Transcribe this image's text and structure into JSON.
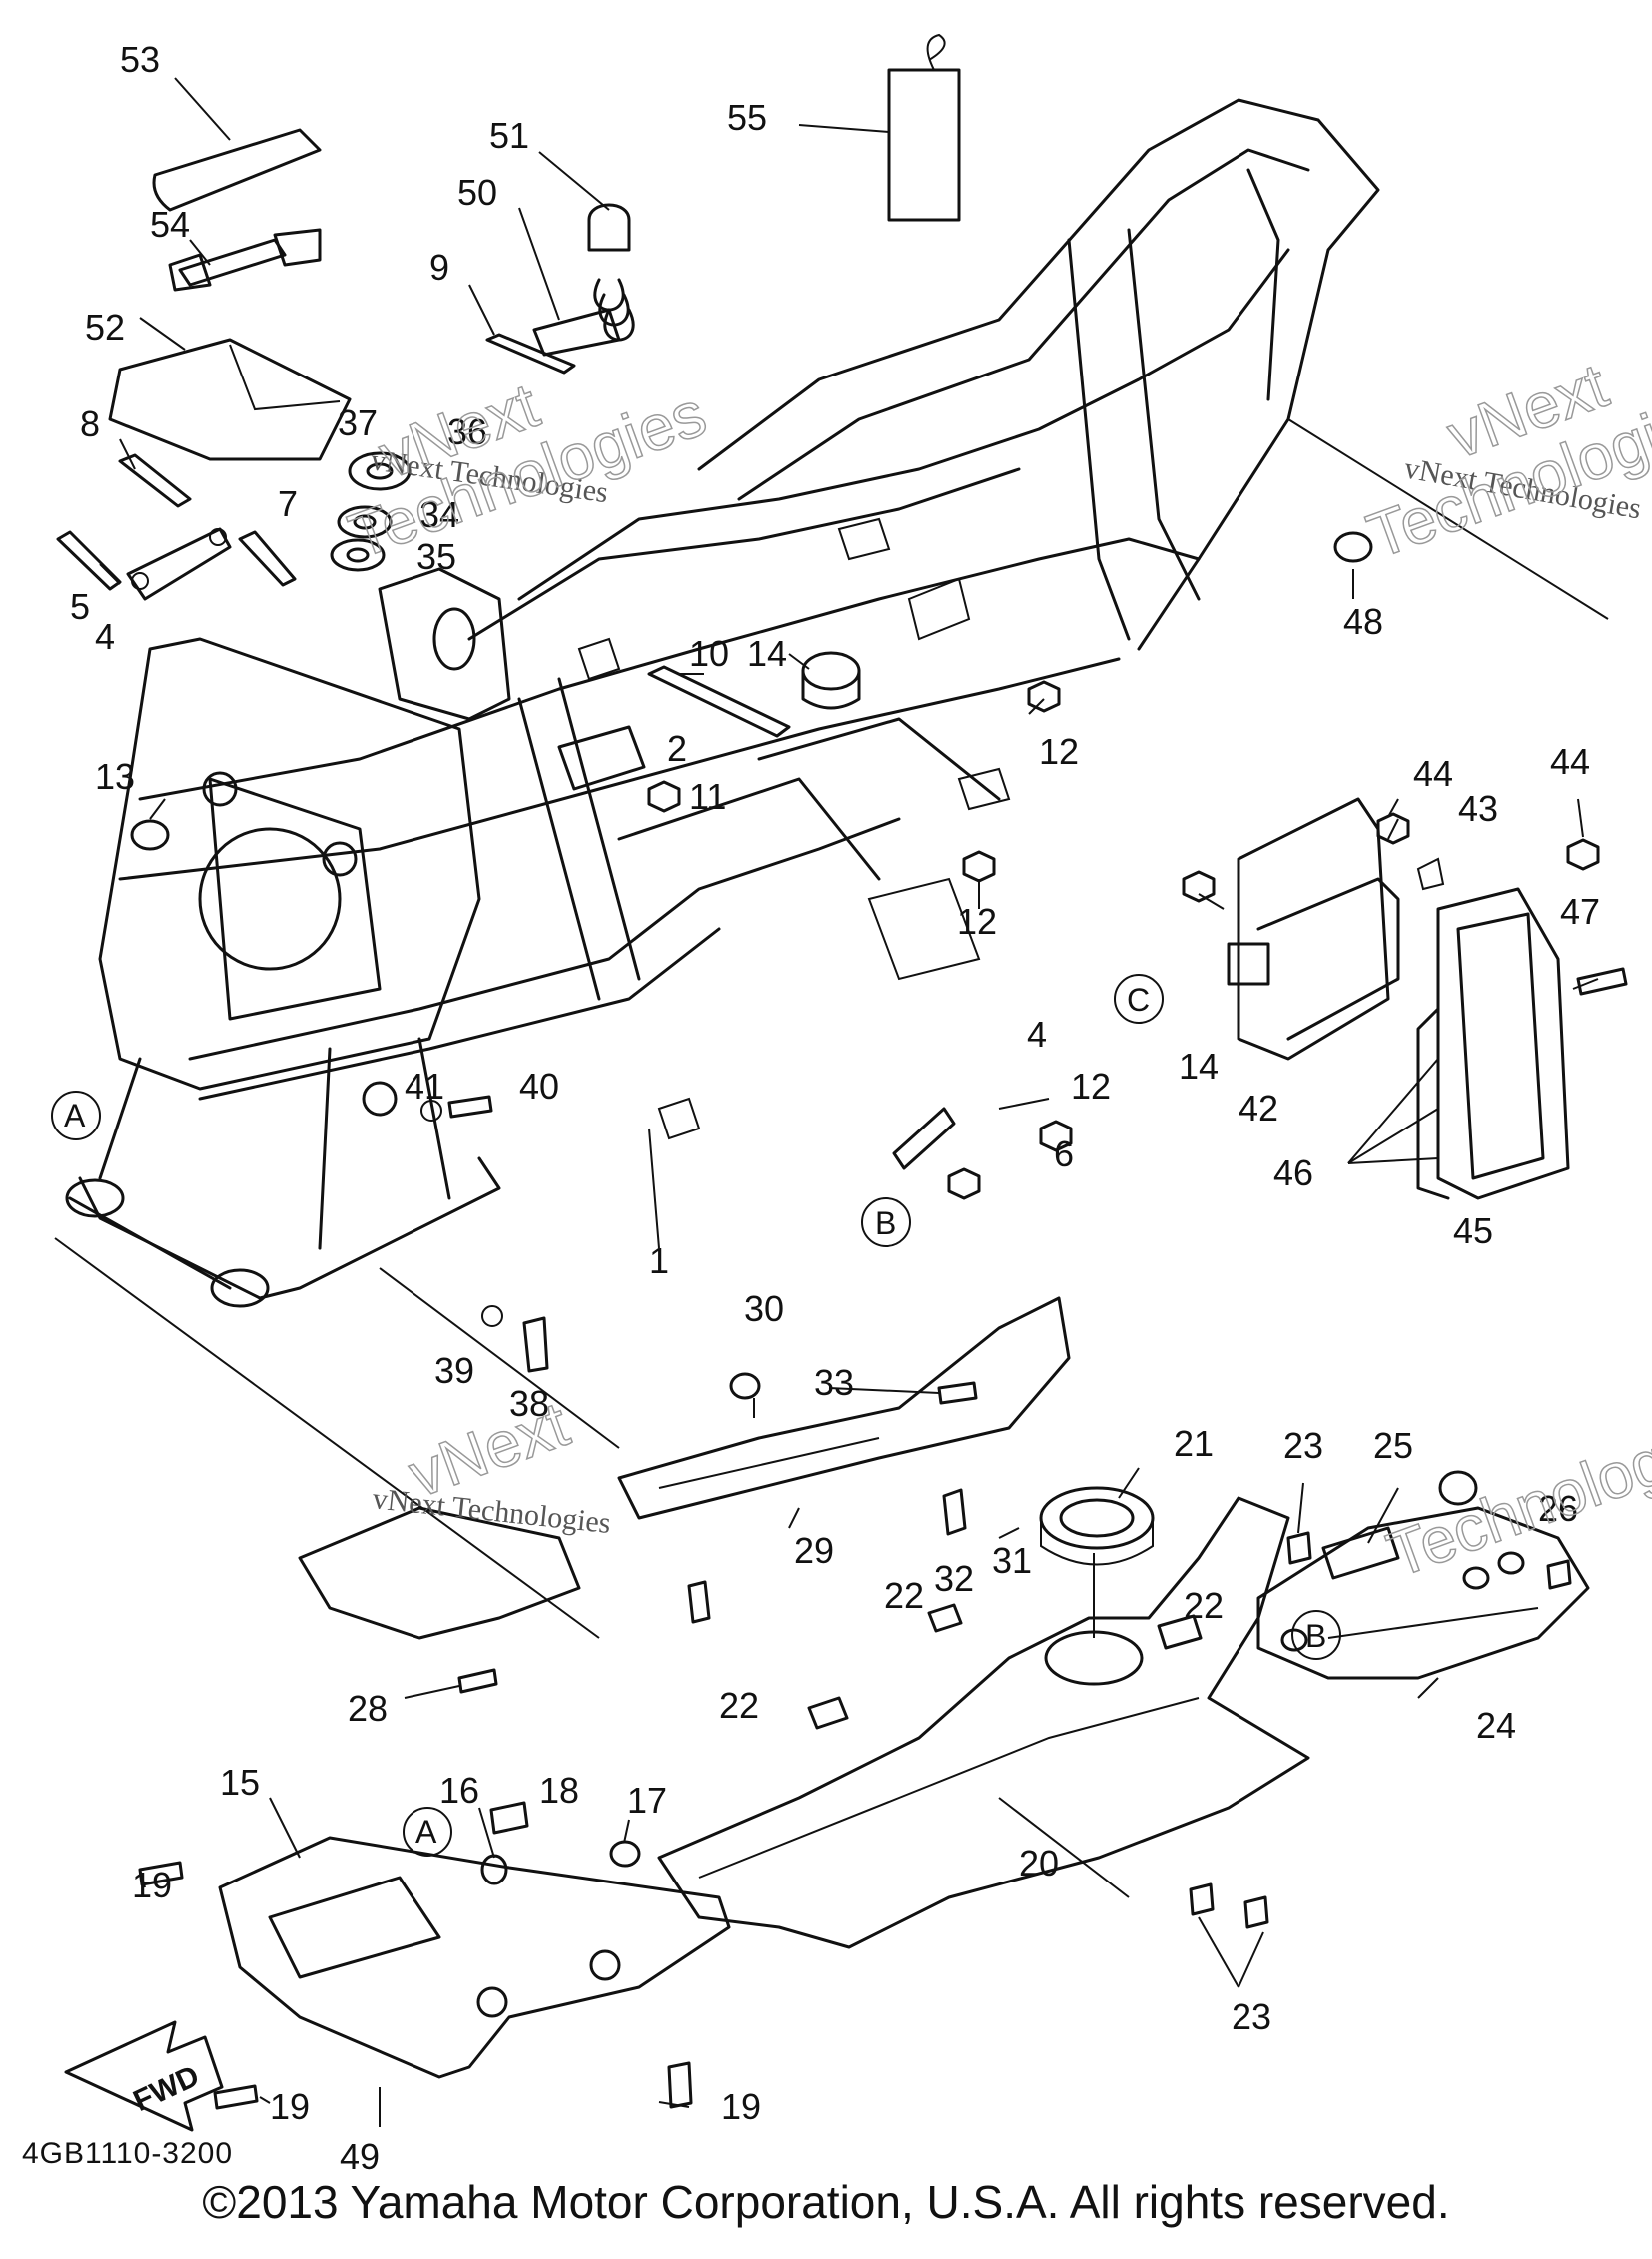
{
  "diagram": {
    "labels": [
      "53",
      "54",
      "52",
      "51",
      "50",
      "55",
      "9",
      "8",
      "37",
      "36",
      "34",
      "35",
      "7",
      "5",
      "4",
      "13",
      "10",
      "14",
      "2",
      "11",
      "12",
      "12",
      "48",
      "44",
      "44",
      "43",
      "47",
      "14",
      "42",
      "46",
      "45",
      "4",
      "12",
      "6",
      "41",
      "40",
      "1",
      "39",
      "38",
      "30",
      "33",
      "21",
      "23",
      "25",
      "26",
      "29",
      "32",
      "31",
      "22",
      "22",
      "22",
      "28",
      "15",
      "16",
      "18",
      "17",
      "19",
      "24",
      "20",
      "23",
      "19",
      "49",
      "19"
    ],
    "callouts": [
      "A",
      "A",
      "B",
      "B",
      "C"
    ],
    "arrow_label": "FWD",
    "part_code": "4GB1110-3200",
    "watermarks": [
      "vNext Technologies",
      "vNext Technologies",
      "vNext Technologies",
      "vNext",
      "Technologies",
      "vNext",
      "Technologies",
      "vNext",
      "Technologies"
    ],
    "copyright": "©2013 Yamaha Motor Corporation, U.S.A. All rights reserved."
  }
}
